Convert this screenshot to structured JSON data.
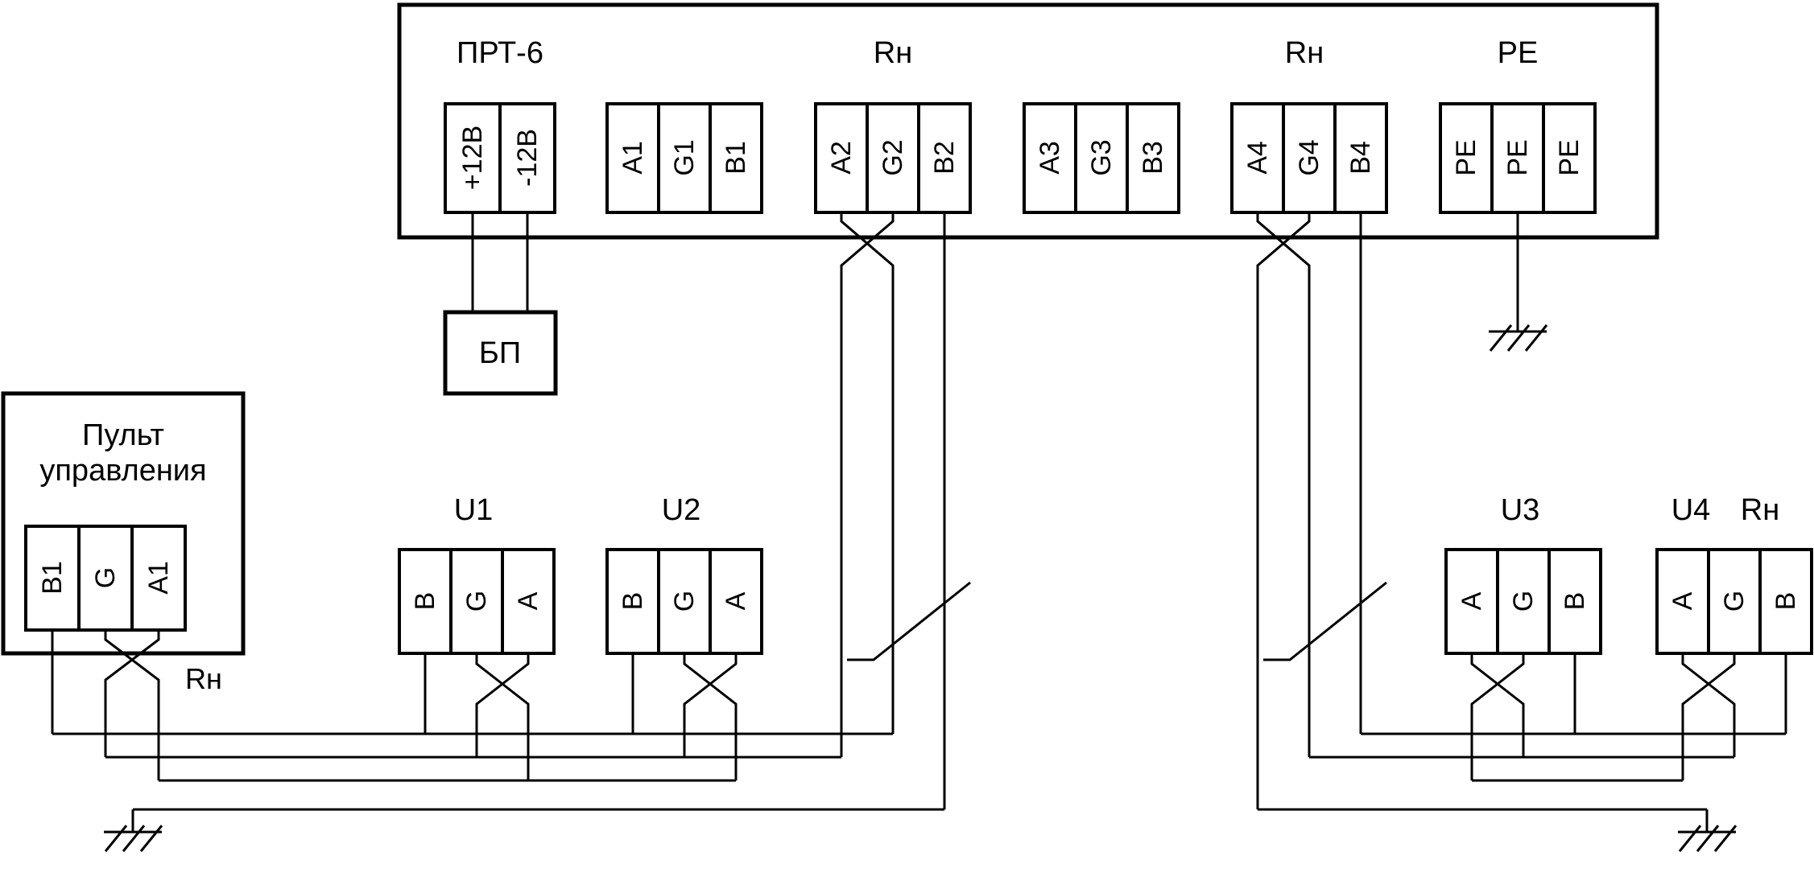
{
  "colors": {
    "line": "#000000",
    "background": "#ffffff"
  },
  "labels": {
    "main_unit": "ПРТ-6",
    "rn_ch2": "Rн",
    "rn_ch4": "Rн",
    "pe_group": "PE",
    "power_supply": "БП",
    "control_panel_line1": "Пульт",
    "control_panel_line2": "управления",
    "control_panel_rn": "Rн",
    "u1": "U1",
    "u2": "U2",
    "u3": "U3",
    "u4": "U4",
    "u4_rn": "Rн"
  },
  "terminals": {
    "psu": [
      "+12В",
      "-12В"
    ],
    "ch1": [
      "A1",
      "G1",
      "B1"
    ],
    "ch2": [
      "A2",
      "G2",
      "B2"
    ],
    "ch3": [
      "A3",
      "G3",
      "B3"
    ],
    "ch4": [
      "A4",
      "G4",
      "B4"
    ],
    "pe": [
      "PE",
      "PE",
      "PE"
    ],
    "control_panel": [
      "B1",
      "G",
      "A1"
    ],
    "u1": [
      "B",
      "G",
      "A"
    ],
    "u2": [
      "B",
      "G",
      "A"
    ],
    "u3": [
      "A",
      "G",
      "B"
    ],
    "u4": [
      "A",
      "G",
      "B"
    ]
  }
}
